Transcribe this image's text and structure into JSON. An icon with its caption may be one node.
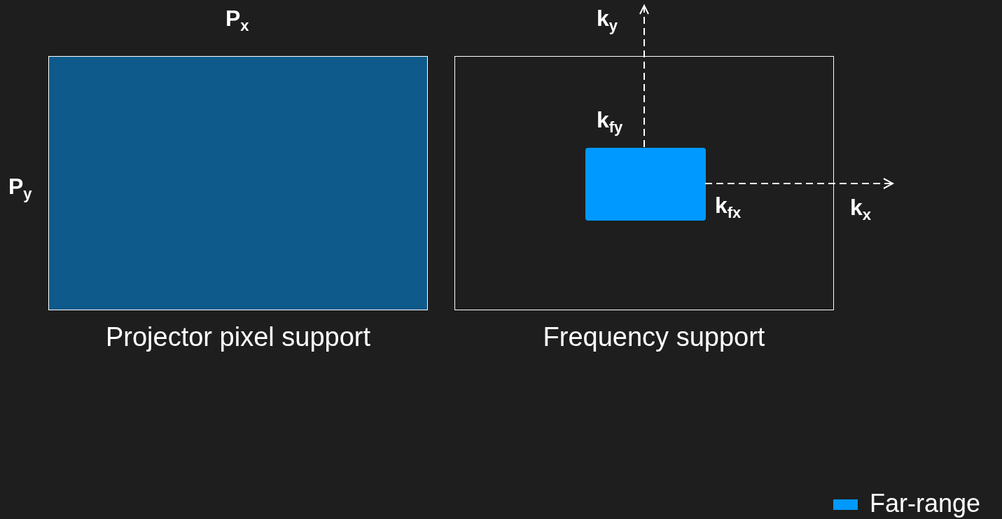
{
  "diagram": {
    "nodes": [
      {
        "text": [
          "Projector pixel support"
        ],
        "beside": [
          "P$_{x}$",
          "P$_{y}$"
        ]
      },
      {
        "text": [
          "Frequency support"
        ]
      },
      {
        "text": [],
        "shape": "box",
        "in": 1,
        "beside": [
          "k$_{fy}$",
          "k$_{fx}$"
        ]
      }
    ],
    "edges": [],
    "labels": [
      "k$_{y}$",
      "k$_{x}$"
    ],
    "legend": [
      {
        "text": "Far-range",
        "color": "#0099ff"
      }
    ]
  }
}
